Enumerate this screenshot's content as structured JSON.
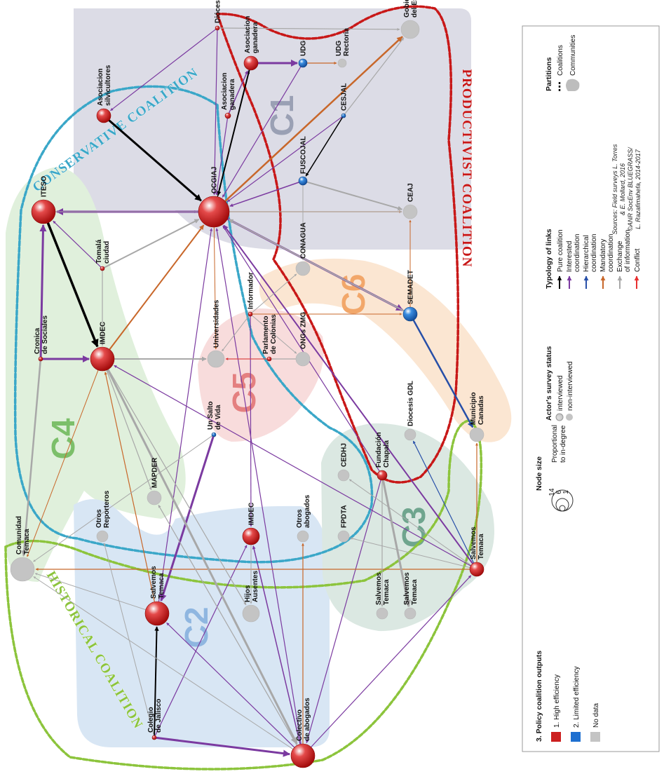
{
  "colors": {
    "high": "#cc1f1f",
    "limited": "#1e6fd0",
    "nodata": "#c4c4c4",
    "pure": "#000000",
    "interested": "#7b3aa0",
    "hierarchical": "#274fa8",
    "mandatory": "#c8672a",
    "exchange": "#a8a8a8",
    "conflict": "#e83030",
    "coal_conservative": "#3aa7c8",
    "coal_productivist": "#c81818",
    "coal_historical": "#8cc43c"
  },
  "communities": [
    {
      "id": "c1",
      "label": "C1",
      "fill": "#dcdce6",
      "text": "#9aa0b4"
    },
    {
      "id": "c2",
      "label": "C2",
      "fill": "#d8e6f4",
      "text": "#8fb6e0"
    },
    {
      "id": "c3",
      "label": "C3",
      "fill": "#dbe8e2",
      "text": "#6fa58e"
    },
    {
      "id": "c4",
      "label": "C4",
      "fill": "#e0f0dc",
      "text": "#7cbf6a"
    },
    {
      "id": "c5",
      "label": "C5",
      "fill": "#f8dcdc",
      "text": "#e48080"
    },
    {
      "id": "c6",
      "label": "C6",
      "fill": "#fbe6d2",
      "text": "#f2a76a"
    }
  ],
  "coalitions": {
    "conservative": "CONSERVATIVE COALITION",
    "productivist": "PRODUCTIVIST COALITION",
    "historical": "HISTORICAL COALITION"
  },
  "nodes": [
    {
      "id": "diocesis_sll",
      "lines": [
        "Diócesis SLL"
      ],
      "status": "interviewed",
      "efficiency": "high"
    },
    {
      "id": "asoc_ganadera_top",
      "lines": [
        "Asociacion",
        "ganadera"
      ],
      "status": "interviewed",
      "efficiency": "high"
    },
    {
      "id": "udg",
      "lines": [
        "UDG"
      ],
      "status": "interviewed",
      "efficiency": "limited"
    },
    {
      "id": "udg_rectoria",
      "lines": [
        "UDG",
        "Rectoria"
      ],
      "status": "non-interviewed",
      "efficiency": "nodata"
    },
    {
      "id": "gobierno",
      "lines": [
        "Gobierno",
        "del Estado"
      ],
      "status": "non-interviewed",
      "efficiency": "nodata"
    },
    {
      "id": "asoc_silvicultores",
      "lines": [
        "Asociacion",
        "silvicultores"
      ],
      "status": "interviewed",
      "efficiency": "high"
    },
    {
      "id": "asoc_ganadera_mid",
      "lines": [
        "Asociacion",
        "ganadera"
      ],
      "status": "interviewed",
      "efficiency": "high"
    },
    {
      "id": "cesjal",
      "lines": [
        "CESJAL"
      ],
      "status": "interviewed",
      "efficiency": "limited"
    },
    {
      "id": "fuscojal",
      "lines": [
        "FUSCOJAL"
      ],
      "status": "interviewed",
      "efficiency": "limited"
    },
    {
      "id": "iteso",
      "lines": [
        "ITESO"
      ],
      "status": "interviewed",
      "efficiency": "high"
    },
    {
      "id": "ocgiaj",
      "lines": [
        "OCGIAJ"
      ],
      "status": "interviewed",
      "efficiency": "high"
    },
    {
      "id": "ceaj",
      "lines": [
        "CEAJ"
      ],
      "status": "non-interviewed",
      "efficiency": "nodata"
    },
    {
      "id": "tomala",
      "lines": [
        "Tomalá",
        "ciudad"
      ],
      "status": "interviewed",
      "efficiency": "high"
    },
    {
      "id": "conagua",
      "lines": [
        "CONAGUA"
      ],
      "status": "non-interviewed",
      "efficiency": "nodata"
    },
    {
      "id": "informador",
      "lines": [
        "Informador"
      ],
      "status": "interviewed",
      "efficiency": "high"
    },
    {
      "id": "semadet",
      "lines": [
        "SEMADET"
      ],
      "status": "interviewed",
      "efficiency": "limited"
    },
    {
      "id": "cronica",
      "lines": [
        "Cronica",
        "de Sociales"
      ],
      "status": "interviewed",
      "efficiency": "high"
    },
    {
      "id": "imdec1",
      "lines": [
        "IMDEC"
      ],
      "status": "interviewed",
      "efficiency": "high"
    },
    {
      "id": "universidades",
      "lines": [
        "Universidades"
      ],
      "status": "non-interviewed",
      "efficiency": "nodata"
    },
    {
      "id": "ongs",
      "lines": [
        "ONGs ZMG"
      ],
      "status": "non-interviewed",
      "efficiency": "nodata"
    },
    {
      "id": "parlamento",
      "lines": [
        "Parlamento",
        "de Colonias"
      ],
      "status": "interviewed",
      "efficiency": "high"
    },
    {
      "id": "diocesis_gdl",
      "lines": [
        "Diocesis GDL"
      ],
      "status": "non-interviewed",
      "efficiency": "nodata"
    },
    {
      "id": "salto",
      "lines": [
        "Un Salto",
        "de Vida"
      ],
      "status": "interviewed",
      "efficiency": "limited"
    },
    {
      "id": "fundacion",
      "lines": [
        "Fundación",
        "Chapala"
      ],
      "status": "interviewed",
      "efficiency": "high"
    },
    {
      "id": "municipio",
      "lines": [
        "Municipio",
        "Canadas"
      ],
      "status": "non-interviewed",
      "efficiency": "nodata"
    },
    {
      "id": "cedhj",
      "lines": [
        "CEDHJ"
      ],
      "status": "non-interviewed",
      "efficiency": "nodata"
    },
    {
      "id": "mapder",
      "lines": [
        "MAPDER"
      ],
      "status": "non-interviewed",
      "efficiency": "nodata"
    },
    {
      "id": "otros_rep",
      "lines": [
        "Otros",
        "Reporteros"
      ],
      "status": "non-interviewed",
      "efficiency": "nodata"
    },
    {
      "id": "imdec2",
      "lines": [
        "IMDEC"
      ],
      "status": "interviewed",
      "efficiency": "high"
    },
    {
      "id": "otros_abog",
      "lines": [
        "Otros",
        "abogados"
      ],
      "status": "non-interviewed",
      "efficiency": "nodata"
    },
    {
      "id": "fpdta",
      "lines": [
        "FPDTA"
      ],
      "status": "non-interviewed",
      "efficiency": "nodata"
    },
    {
      "id": "comunidad",
      "lines": [
        "Comunidad",
        "Temaca"
      ],
      "status": "non-interviewed",
      "efficiency": "nodata"
    },
    {
      "id": "salvemos_c2",
      "lines": [
        "Salvemos",
        "Temaca"
      ],
      "status": "interviewed",
      "efficiency": "high"
    },
    {
      "id": "hijos",
      "lines": [
        "Hijos",
        "Ausentes"
      ],
      "status": "non-interviewed",
      "efficiency": "nodata"
    },
    {
      "id": "salvemos_c3a",
      "lines": [
        "Salvemos",
        "Temaca"
      ],
      "status": "non-interviewed",
      "efficiency": "nodata"
    },
    {
      "id": "salvemos_c3b",
      "lines": [
        "Salvemos",
        "Temaca"
      ],
      "status": "non-interviewed",
      "efficiency": "nodata"
    },
    {
      "id": "salvemos_right",
      "lines": [
        "Salvemos",
        "Temaca"
      ],
      "status": "interviewed",
      "efficiency": "high"
    },
    {
      "id": "colegio",
      "lines": [
        "Colegio",
        "de Jalisco"
      ],
      "status": "interviewed",
      "efficiency": "high"
    },
    {
      "id": "colectivo",
      "lines": [
        "Colectivo",
        "de abogados"
      ],
      "status": "interviewed",
      "efficiency": "high"
    }
  ],
  "legend": {
    "outputs_title": "3. Policy coalition outputs",
    "outputs": [
      "1. High efficiency",
      "2. Limited efficiency",
      "No data"
    ],
    "node_size_title": "Node size",
    "node_size_values": [
      "14",
      "6",
      "1"
    ],
    "node_size_desc": [
      "Proportional",
      "to in-degree"
    ],
    "survey_title": "Actor's survey status",
    "survey": [
      "interviewed",
      "non-interviewed"
    ],
    "links_title": "Typology of links",
    "links": [
      [
        "Pure coalition"
      ],
      [
        "Interested",
        "coordination"
      ],
      [
        "Hierarchical",
        "coordination"
      ],
      [
        "Mandatory",
        "coordination"
      ],
      [
        "Exchange",
        "of information"
      ],
      [
        "Conflict"
      ]
    ],
    "partitions_title": "Partitions",
    "partitions": [
      "Coalitions",
      "Communities"
    ],
    "sources": [
      "Sources: Field surveys L. Torres",
      "& E. Mollard, 2016",
      "©ANR SocEnv BLUEGRASS/",
      "L. Razafimahefa, 2014-2017"
    ]
  }
}
